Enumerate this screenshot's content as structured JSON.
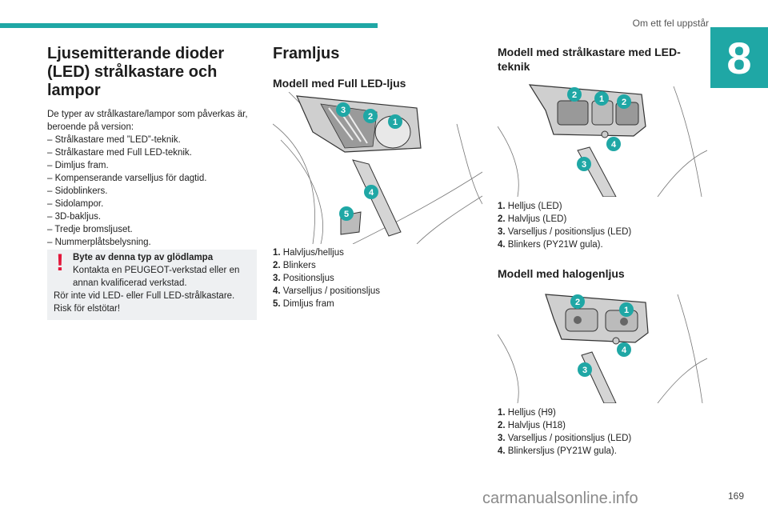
{
  "header": {
    "section_title": "Om ett fel uppstår",
    "chapter": "8"
  },
  "col1": {
    "title": "Ljusemitterande dioder (LED) strålkastare och lampor",
    "intro": "De typer av strålkastare/lampor som påverkas är, beroende på version:",
    "items": [
      "Strålkastare med ”LED”-teknik.",
      "Strålkastare med Full LED-teknik.",
      "Dimljus fram.",
      "Kompenserande varselljus för dagtid.",
      "Sidoblinkers.",
      "Sidolampor.",
      "3D-bakljus.",
      "Tredje bromsljuset.",
      "Nummerplåtsbelysning."
    ],
    "warning": {
      "title": "Byte av denna typ av glödlampa",
      "line1": "Kontakta en PEUGEOT-verkstad eller en annan kvalificerad verkstad.",
      "line2": "Rör inte vid LED- eller Full LED-strålkastare.",
      "line3": "Risk för elstötar!"
    }
  },
  "col2": {
    "title": "Framljus",
    "subtitle": "Modell med Full LED-ljus",
    "badges": [
      "3",
      "2",
      "1",
      "4",
      "5"
    ],
    "legend": [
      {
        "num": "1.",
        "text": "Halvljus/helljus"
      },
      {
        "num": "2.",
        "text": "Blinkers"
      },
      {
        "num": "3.",
        "text": "Positionsljus"
      },
      {
        "num": "4.",
        "text": "Varselljus / positionsljus"
      },
      {
        "num": "5.",
        "text": "Dimljus fram"
      }
    ]
  },
  "col3": {
    "led": {
      "title": "Modell med strålkastare med LED-teknik",
      "badges": [
        "2",
        "1",
        "2",
        "4",
        "3"
      ],
      "legend": [
        {
          "num": "1.",
          "text": "Helljus (LED)"
        },
        {
          "num": "2.",
          "text": "Halvljus (LED)"
        },
        {
          "num": "3.",
          "text": "Varselljus / positionsljus (LED)"
        },
        {
          "num": "4.",
          "text": "Blinkers (PY21W gula)."
        }
      ]
    },
    "halogen": {
      "title": "Modell med halogenljus",
      "badges": [
        "2",
        "1",
        "4",
        "3"
      ],
      "legend": [
        {
          "num": "1.",
          "text": "Helljus (H9)"
        },
        {
          "num": "2.",
          "text": "Halvljus (H18)"
        },
        {
          "num": "3.",
          "text": "Varselljus / positionsljus (LED)"
        },
        {
          "num": "4.",
          "text": "Blinkersljus (PY21W gula)."
        }
      ]
    }
  },
  "footer": {
    "page_number": "169",
    "watermark": "carmanualsonline.info"
  },
  "colors": {
    "accent": "#1fa7a5",
    "warning": "#e3173b"
  }
}
